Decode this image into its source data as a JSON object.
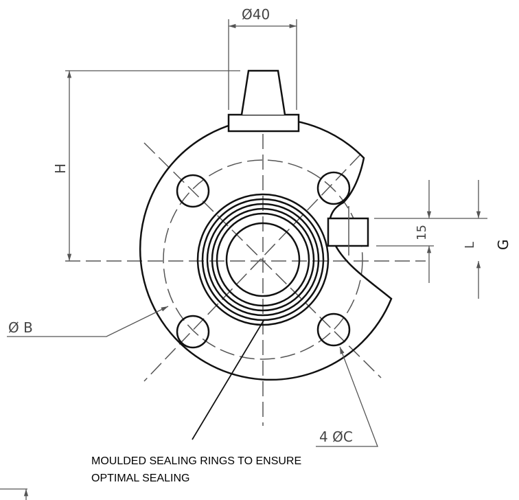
{
  "labels": {
    "dia_40": "Ø40",
    "height": "H",
    "dim_15": "15",
    "dim_L": "L",
    "dim_G": "G",
    "dia_B": "Ø B",
    "holes_C": "4 ØC"
  },
  "note": {
    "line1": "MOULDED SEALING RINGS TO ENSURE",
    "line2": "OPTIMAL SEALING"
  },
  "colors": {
    "line": "#111111",
    "dim": "#555555"
  }
}
